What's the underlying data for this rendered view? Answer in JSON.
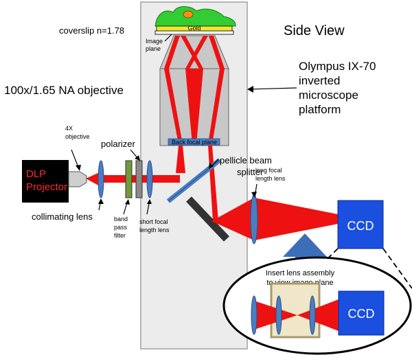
{
  "labels": {
    "coverslip": "coverslip n=1.78",
    "gold": "Gold",
    "image_plane_line1": "Image",
    "image_plane_line2": "plane",
    "side_view": "Side View",
    "olympus_line1": "Olympus IX-70",
    "olympus_line2": "inverted",
    "olympus_line3": "microscope",
    "olympus_line4": "platform",
    "objective_100x": "100x/1.65 NA objective",
    "back_focal_plane": "Back focal plane",
    "objective_4x_line1": "4X",
    "objective_4x_line2": "objective",
    "polarizer": "polarizer",
    "pellicle_line1": "pellicle  beam",
    "pellicle_line2": "splitter",
    "dlp_line1": "DLP",
    "dlp_line2": "Projector",
    "long_focal_line1": "long focal",
    "long_focal_line2": "length lens",
    "ccd_main": "CCD",
    "ccd_inset": "CCD",
    "collimating_lens": "collimating lens",
    "band_pass_line1": "band",
    "band_pass_line2": "pass",
    "band_pass_line3": "filter",
    "short_focal_line1": "short focal",
    "short_focal_line2": "length lens",
    "insert_line1": "Insert lens assembly",
    "insert_line2": "to view image plane"
  },
  "colors": {
    "beam": "#ee1111",
    "lens": "#4a7ec2",
    "ccd": "#1a4fe0",
    "dlp": "#000000",
    "dlp_text": "#ff2a2a",
    "microscope_box": "#ececec",
    "objective_body": "#c8c8c8",
    "green_filter": "#6f9a3a",
    "polarizer": "#8a8a8a",
    "cell": "#33cc33",
    "nucleus": "#ff8c1a",
    "gold_strip": "#f2e82a",
    "arrow_up": "#3d6fb8",
    "inset_box": "#efe7c8"
  }
}
